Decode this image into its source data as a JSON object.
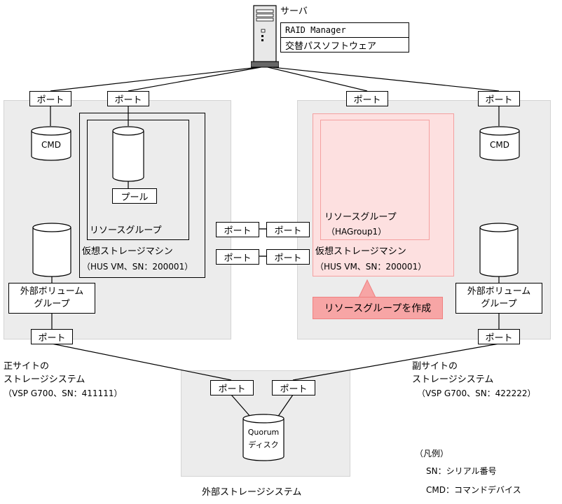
{
  "server": {
    "label": "サーバ",
    "software": [
      "RAID Manager",
      "交替パスソフトウェア"
    ]
  },
  "port_label": "ポート",
  "primary_site": {
    "cmd_label": "CMD",
    "pool_label": "プール",
    "resource_group_label": "リソースグループ",
    "vsm_label": "仮想ストレージマシン",
    "vsm_info": "（HUS VM、SN：200001）",
    "ext_volume_group": [
      "外部ボリューム",
      "グループ"
    ],
    "title": [
      "正サイトの",
      "ストレージシステム"
    ],
    "info": "（VSP G700、SN：411111）"
  },
  "secondary_site": {
    "cmd_label": "CMD",
    "resource_group_label": "リソースグループ",
    "resource_group_name": "（HAGroup1）",
    "vsm_label": "仮想ストレージマシン",
    "vsm_info": "（HUS VM、SN：200001）",
    "ext_volume_group": [
      "外部ボリューム",
      "グループ"
    ],
    "callout": "リソースグループを作成",
    "title": [
      "副サイトの",
      "ストレージシステム"
    ],
    "info": "（VSP G700、SN：422222）"
  },
  "external": {
    "quorum": [
      "Quorum",
      "ディスク"
    ],
    "title": "外部ストレージシステム"
  },
  "legend": {
    "title": "（凡例）",
    "items": [
      "SN：シリアル番号",
      "CMD：コマンドデバイス"
    ]
  },
  "colors": {
    "site_bg": "#ececec",
    "highlight_fill": "#fde0e0",
    "highlight_border": "#f4a0a0",
    "callout_fill": "#f7a5a5"
  }
}
